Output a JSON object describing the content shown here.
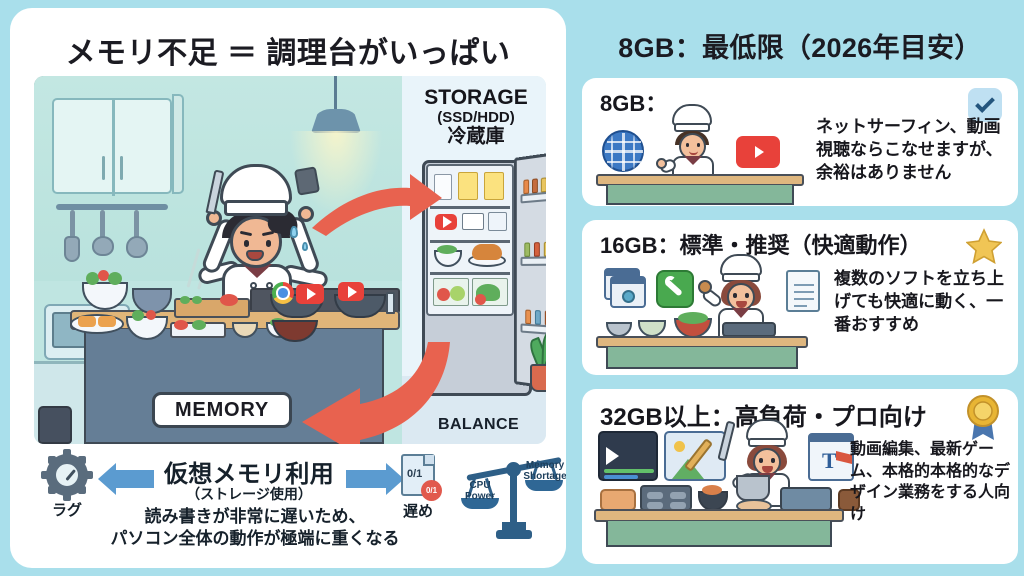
{
  "colors": {
    "page_background": "#a9dfeb",
    "card_background": "#ffffff",
    "illustration_background": "#cfeae8",
    "accent_red_arrow": "#e8624f",
    "accent_blue_arrow": "#5b9bd0",
    "badge_blue": "#bfe0f2",
    "badge_gold": "#e8bb3c",
    "text_dark": "#17171d"
  },
  "left_panel": {
    "title": "メモリ不足 ＝ 調理台がいっぱい",
    "storage_label": {
      "line1": "STORAGE",
      "line2": "(SSD/HDD)",
      "line3": "冷蔵庫"
    },
    "memory_badge": "MEMORY",
    "balance_label": "BALANCE",
    "bottom": {
      "lag_label": "ラグ",
      "virtual_memory_title": "仮想メモリ利用",
      "virtual_memory_sub": "（ストレージ使用）",
      "virtual_memory_body": "読み書きが非常に遅いため、\nパソコン全体の動作が極端に重くなる",
      "doc_value": "0/1",
      "doc_badge": "0/1",
      "slow_label": "遅め",
      "balance_left": "CPU\nPower",
      "balance_right": "Memory\nShortage"
    }
  },
  "right_panel": {
    "title": "8GB：最低限（2026年目安）",
    "tiers": [
      {
        "heading": "8GB：",
        "description": "ネットサーフィン、動画視聴ならこなせますが、余裕はありません",
        "badge": "check-badge",
        "icons": [
          "globe-icon",
          "chef-icon",
          "youtube-icon"
        ]
      },
      {
        "heading": "16GB：標準・推奨（快適動作）",
        "description": "複数のソフトを立ち上げても快適に動く、一番おすすめ",
        "badge": "star-badge",
        "icons": [
          "windows-stack-icon",
          "wrench-icon",
          "chef-icon",
          "document-icon"
        ]
      },
      {
        "heading": "32GB以上：高負荷・プロ向け",
        "description": "動画編集、最新ゲーム、本格的本格的なデザイン業務をする人向け",
        "badge": "medal-badge",
        "icons": [
          "video-editor-icon",
          "photo-editor-icon",
          "chef-icon",
          "text-tool-icon"
        ]
      }
    ]
  }
}
